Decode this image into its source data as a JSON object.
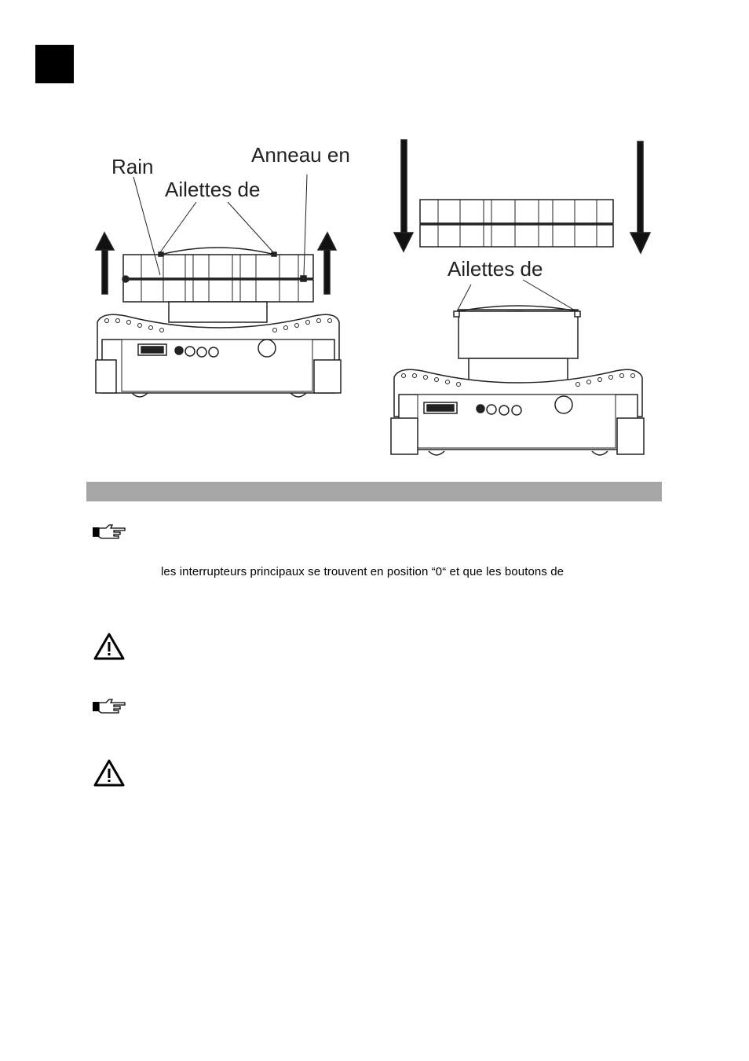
{
  "figure": {
    "labels": {
      "rain": "Rain",
      "anneau": "Anneau en",
      "ailettes_left": "Ailettes de",
      "ailettes_right": "Ailettes de"
    }
  },
  "content": {
    "paragraph_1": "les interrupteurs principaux se trouvent en position “0“ et que les boutons de"
  },
  "icons": [
    "pointing-hand-icon",
    "warning-triangle-icon",
    "pointing-hand-icon",
    "warning-triangle-icon"
  ]
}
